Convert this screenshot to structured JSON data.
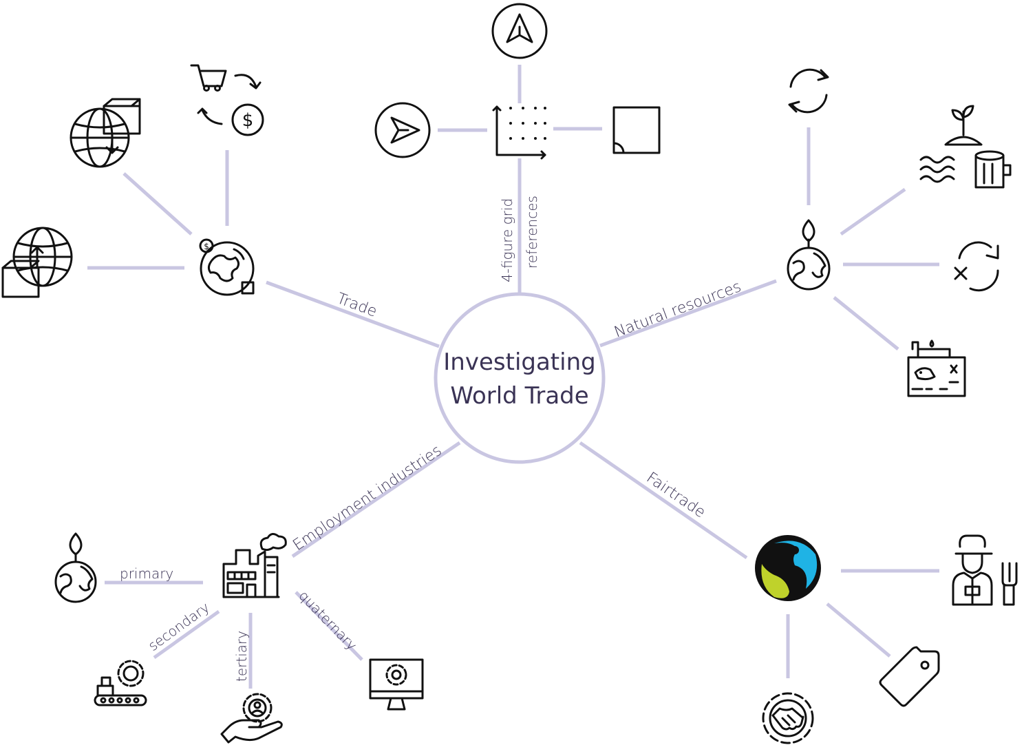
{
  "title": {
    "line1": "Investigating",
    "line2": "World Trade"
  },
  "branches": {
    "trade": "Trade",
    "grid": "4-figure grid",
    "grid2": "references",
    "natural": "Natural resources",
    "employment": "Employment industries",
    "fairtrade": "Fairtrade"
  },
  "sub": {
    "primary": "primary",
    "secondary": "secondary",
    "tertiary": "tertiary",
    "quaternary": "quaternary"
  },
  "icons": {
    "trade": [
      "globe-trade-icon",
      "shopping-cart-cycle-icon",
      "globe-import-box-icon",
      "globe-export-box-icon"
    ],
    "grid": [
      "grid-dots-icon",
      "north-arrow-icon",
      "compass-arrow-icon",
      "square-corner-icon"
    ],
    "natural": [
      "earth-plant-icon",
      "renewable-cycle-icon",
      "water-wood-plant-icon",
      "non-renewable-icon",
      "fossil-oil-icon"
    ],
    "employment": [
      "factory-icon",
      "earth-plant-icon",
      "conveyor-gear-icon",
      "hand-gear-person-icon",
      "monitor-gear-icon"
    ],
    "fairtrade": [
      "fairtrade-logo-icon",
      "farmer-icon",
      "price-tag-icon",
      "handshake-gear-icon"
    ]
  },
  "colors": {
    "line": "#c9c6e2",
    "text": "#3a3355",
    "fairtrade_blue": "#1fb3e5",
    "fairtrade_green": "#bfd22b"
  }
}
